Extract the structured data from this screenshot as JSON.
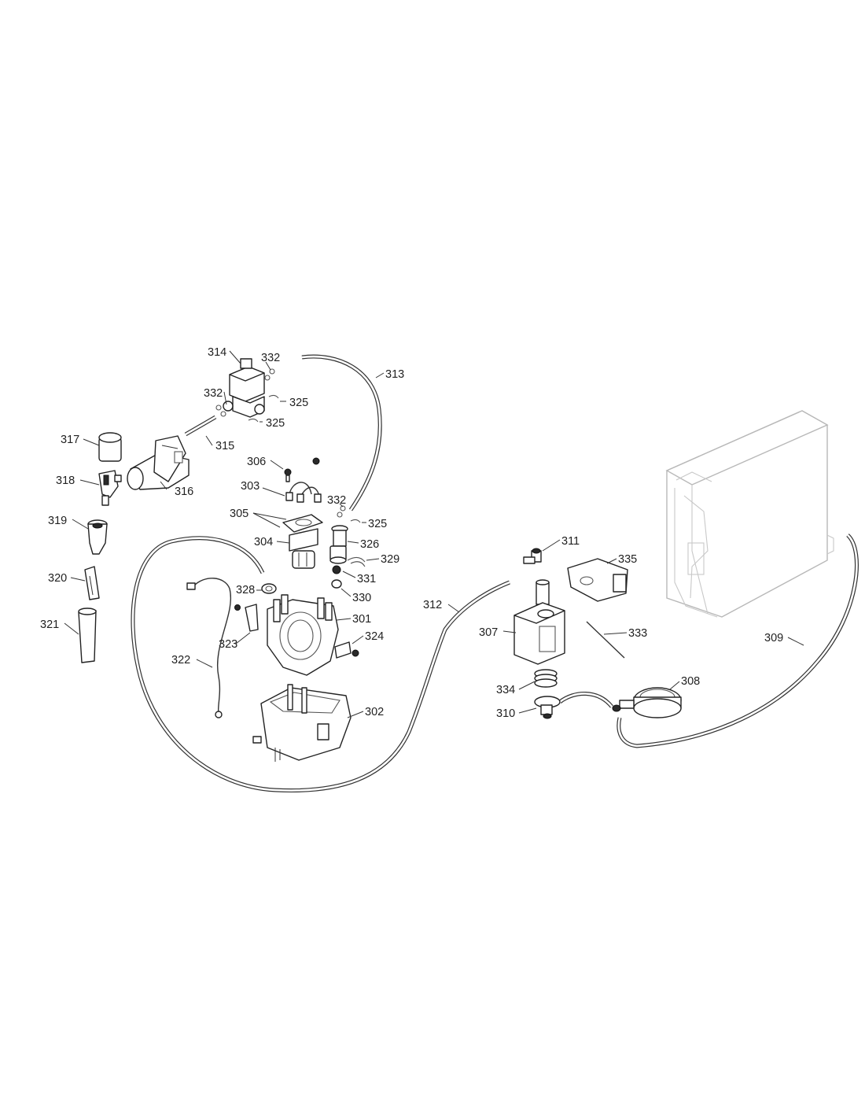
{
  "callouts": {
    "c301": "301",
    "c302": "302",
    "c303": "303",
    "c304": "304",
    "c305": "305",
    "c306": "306",
    "c307": "307",
    "c308": "308",
    "c309": "309",
    "c310": "310",
    "c311": "311",
    "c312": "312",
    "c313": "313",
    "c314": "314",
    "c315": "315",
    "c316": "316",
    "c317": "317",
    "c318": "318",
    "c319": "319",
    "c320": "320",
    "c321": "321",
    "c322": "322",
    "c323": "323",
    "c324": "324",
    "c325a": "325",
    "c325b": "325",
    "c325c": "325",
    "c326": "326",
    "c328": "328",
    "c329": "329",
    "c330": "330",
    "c331": "331",
    "c332a": "332",
    "c332b": "332",
    "c332c": "332",
    "c333": "333",
    "c334": "334",
    "c335": "335"
  }
}
